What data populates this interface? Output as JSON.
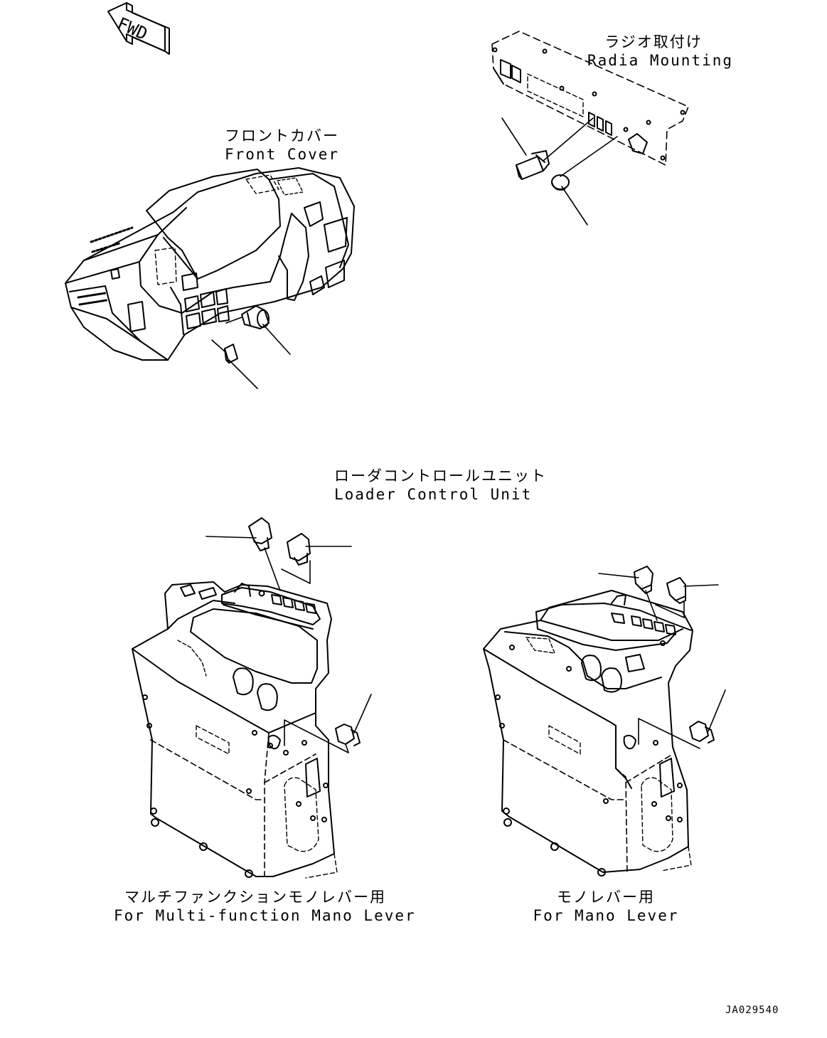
{
  "fwd_arrow": {
    "text": "FWD"
  },
  "labels": {
    "radio_mounting": {
      "ja": "ラジオ取付け",
      "en": "Radia Mounting"
    },
    "front_cover": {
      "ja": "フロントカバー",
      "en": "Front Cover"
    },
    "loader_control_unit": {
      "ja": "ローダコントロールユニット",
      "en": "Loader Control Unit"
    },
    "multi_function": {
      "ja": "マルチファンクションモノレバー用",
      "en": "For Multi-function Mano Lever"
    },
    "mano_lever": {
      "ja": "モノレバー用",
      "en": "For Mano Lever"
    }
  },
  "drawing_code": "JA029540",
  "colors": {
    "line": "#000000",
    "background": "#ffffff"
  }
}
